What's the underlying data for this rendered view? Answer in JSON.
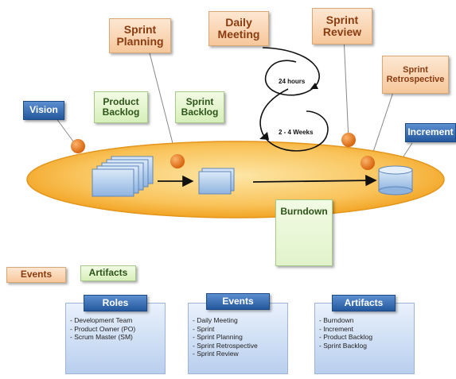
{
  "events": {
    "sprint_planning": "Sprint Planning",
    "daily_meeting": "Daily Meeting",
    "sprint_review": "Sprint Review",
    "sprint_retrospective": "Sprint Retrospective"
  },
  "artifacts": {
    "product_backlog": "Product Backlog",
    "sprint_backlog": "Sprint Backlog",
    "burndown": "Burndown"
  },
  "vision": "Vision",
  "increment": "Increment",
  "loop": {
    "inner": "24 hours",
    "outer": "2 - 4 Weeks"
  },
  "legend": {
    "events": "Events",
    "artifacts": "Artifacts"
  },
  "panels": {
    "roles": {
      "title": "Roles",
      "items": [
        "Development Team",
        "Product Owner (PO)",
        "Scrum Master (SM)"
      ]
    },
    "events": {
      "title": "Events",
      "items": [
        "Daily Meeting",
        "Sprint",
        "Sprint Planning",
        "Sprint Retrospective",
        "Sprint Review"
      ]
    },
    "artifacts": {
      "title": "Artifacts",
      "items": [
        "Burndown",
        "Increment",
        "Product Backlog",
        "Sprint Backlog"
      ]
    }
  },
  "colors": {
    "ellipse": "#f8b13a",
    "event_fill": "#f7c79b",
    "artifact_fill": "#d7efba",
    "role_blue": "#2f6db5",
    "dot_orange": "#ee7d1c"
  }
}
